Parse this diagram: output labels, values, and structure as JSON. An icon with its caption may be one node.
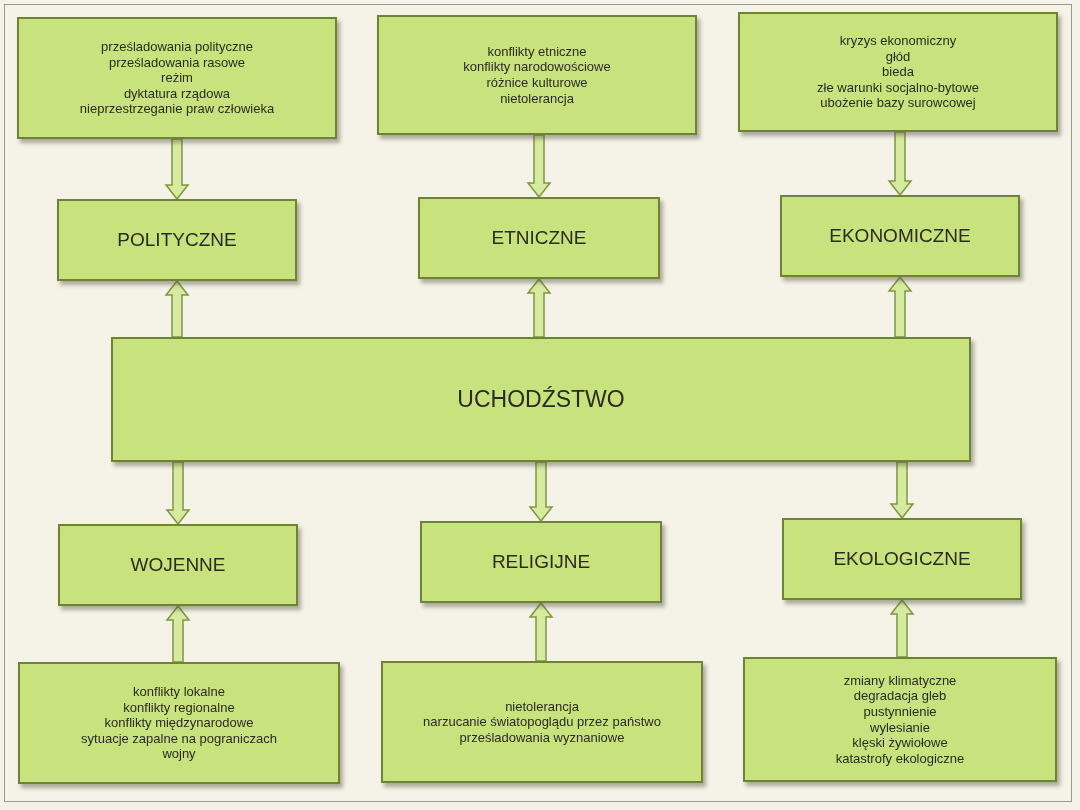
{
  "diagram": {
    "nodes": [
      {
        "text": [
          "prześladowania polityczne",
          "prześladowania rasowe",
          "reżim",
          "dyktatura rządowa",
          "nieprzestrzeganie praw człowieka"
        ]
      },
      {
        "text": [
          "konflikty etniczne",
          "konflikty narodowościowe",
          "różnice kulturowe",
          "nietolerancja"
        ]
      },
      {
        "text": [
          "kryzys ekonomiczny",
          "głód",
          "bieda",
          "złe warunki socjalno-bytowe",
          "ubożenie bazy surowcowej"
        ]
      },
      {
        "text": [
          "POLITYCZNE"
        ]
      },
      {
        "text": [
          "ETNICZNE"
        ]
      },
      {
        "text": [
          "EKONOMICZNE"
        ]
      },
      {
        "text": [
          "UCHODŹSTWO"
        ]
      },
      {
        "text": [
          "WOJENNE"
        ]
      },
      {
        "text": [
          "RELIGIJNE"
        ]
      },
      {
        "text": [
          "EKOLOGICZNE"
        ]
      },
      {
        "text": [
          "konflikty lokalne",
          "konflikty regionalne",
          "konflikty międzynarodowe",
          "sytuacje zapalne na pograniczach",
          "wojny"
        ]
      },
      {
        "text": [
          "nietolerancja",
          "narzucanie światopoglądu przez państwo",
          "prześladowania wyznaniowe"
        ]
      },
      {
        "text": [
          "zmiany klimatyczne",
          "degradacja gleb",
          "pustynnienie",
          "wylesianie",
          "klęski żywiołowe",
          "katastrofy ekologiczne"
        ]
      }
    ],
    "edges": [
      {
        "from": 0,
        "to": 3,
        "arrow": "to"
      },
      {
        "from": 1,
        "to": 4,
        "arrow": "to"
      },
      {
        "from": 2,
        "to": 5,
        "arrow": "to"
      },
      {
        "from": 6,
        "to": 3,
        "arrow": "to"
      },
      {
        "from": 6,
        "to": 4,
        "arrow": "to"
      },
      {
        "from": 6,
        "to": 5,
        "arrow": "to"
      },
      {
        "from": 6,
        "to": 7,
        "arrow": "to"
      },
      {
        "from": 6,
        "to": 8,
        "arrow": "to"
      },
      {
        "from": 6,
        "to": 9,
        "arrow": "to"
      },
      {
        "from": 10,
        "to": 7,
        "arrow": "to"
      },
      {
        "from": 11,
        "to": 8,
        "arrow": "to"
      },
      {
        "from": 12,
        "to": 9,
        "arrow": "to"
      }
    ]
  }
}
